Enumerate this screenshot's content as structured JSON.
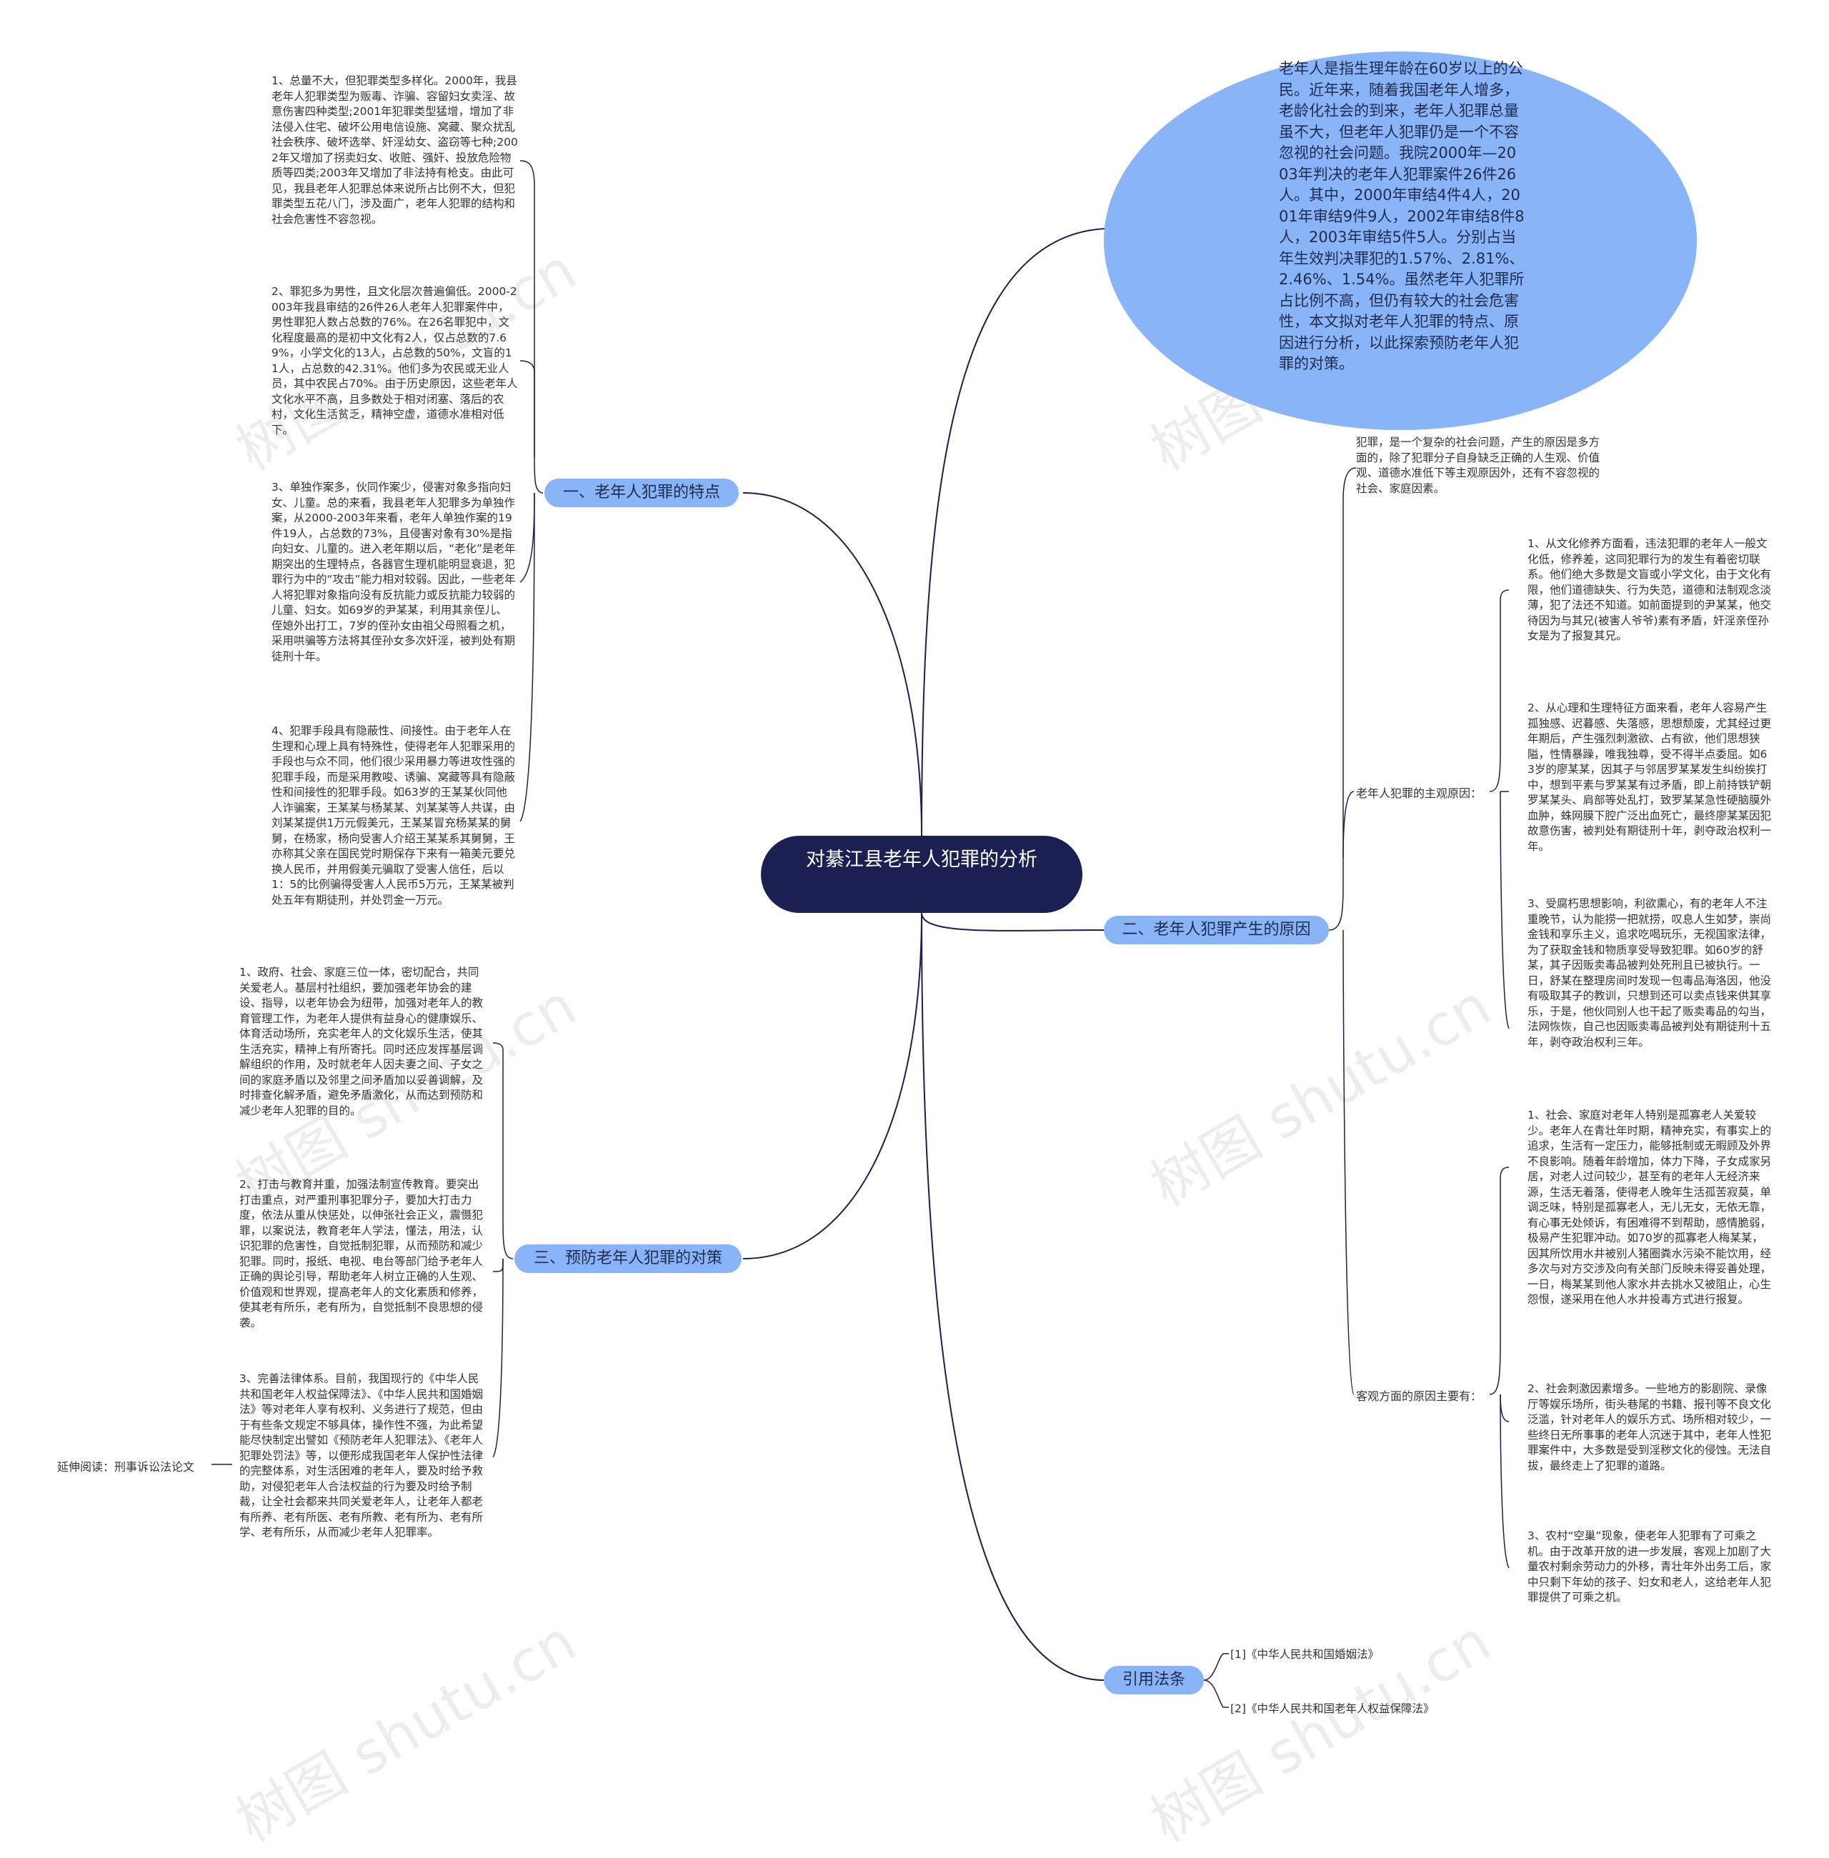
{
  "root": {
    "title": "对綦江县老年人犯罪的分析"
  },
  "intro": {
    "text": "老年人是指生理年龄在60岁以上的公民。近年来，随着我国老年人增多，老龄化社会的到来，老年人犯罪总量虽不大，但老年人犯罪仍是一个不容忽视的社会问题。我院2000年—2003年判决的老年人犯罪案件26件26人。其中，2000年审结4件4人，2001年审结9件9人，2002年审结8件8人，2003年审结5件5人。分别占当年生效判决罪犯的1.57%、2.81%、2.46%、1.54%。虽然老年人犯罪所占比例不高，但仍有较大的社会危害性，本文拟对老年人犯罪的特点、原因进行分析，以此探索预防老年人犯罪的对策。"
  },
  "branch1": {
    "label": "一、老年人犯罪的特点",
    "items": [
      "1、总量不大，但犯罪类型多样化。2000年，我县老年人犯罪类型为贩毒、诈骗、容留妇女卖淫、故意伤害四种类型;2001年犯罪类型猛增，增加了非法侵入住宅、破坏公用电信设施、窝藏、聚众扰乱社会秩序、破坏选举、奸淫幼女、盗窃等七种;2002年又增加了拐卖妇女、收赃、强奸、投放危险物质等四类;2003年又增加了非法持有枪支。由此可见，我县老年人犯罪总体来说所占比例不大，但犯罪类型五花八门，涉及面广，老年人犯罪的结构和社会危害性不容忽视。",
      "2、罪犯多为男性，且文化层次普遍偏低。2000-2003年我县审结的26件26人老年人犯罪案件中，男性罪犯人数占总数的76%。在26名罪犯中，文化程度最高的是初中文化有2人，仅占总数的7.69%，小学文化的13人，占总数的50%，文盲的11人，占总数的42.31%。他们多为农民或无业人员，其中农民占70%。由于历史原因，这些老年人文化水平不高，且多数处于相对闭塞、落后的农村，文化生活贫乏，精神空虚，道德水准相对低下。",
      "3、单独作案多，伙同作案少，侵害对象多指向妇女、儿童。总的来看，我县老年人犯罪多为单独作案，从2000-2003年来看，老年人单独作案的19件19人，占总数的73%，且侵害对象有30%是指向妇女、儿童的。进入老年期以后，“老化”是老年期突出的生理特点，各器官生理机能明显衰退，犯罪行为中的“攻击”能力相对较弱。因此，一些老年人将犯罪对象指向没有反抗能力或反抗能力较弱的儿童、妇女。如69岁的尹某某，利用其亲侄儿、侄媳外出打工，7岁的侄孙女由祖父母照看之机，采用哄骗等方法将其侄孙女多次奸淫，被判处有期徒刑十年。",
      "4、犯罪手段具有隐蔽性、间接性。由于老年人在生理和心理上具有特殊性，使得老年人犯罪采用的手段也与众不同，他们很少采用暴力等进攻性强的犯罪手段，而是采用教唆、诱骗、窝藏等具有隐蔽性和间接性的犯罪手段。如63岁的王某某伙同他人诈骗案，王某某与杨某某、刘某某等人共谋，由刘某某提供1万元假美元，王某某冒充杨某某的舅舅，在杨家，杨向受害人介绍王某某系其舅舅，王亦称其父亲在国民党时期保存下来有一箱美元要兑换人民币，并用假美元骗取了受害人信任，后以1：5的比例骗得受害人人民币5万元，王某某被判处五年有期徒刑，并处罚金一万元。"
    ]
  },
  "branch2": {
    "label": "二、老年人犯罪产生的原因",
    "lead": "犯罪，是一个复杂的社会问题，产生的原因是多方面的，除了犯罪分子自身缺乏正确的人生观、价值观、道德水准低下等主观原因外，还有不容忽视的社会、家庭因素。",
    "subjective": {
      "label": "老年人犯罪的主观原因：",
      "items": [
        "1、从文化修养方面看，违法犯罪的老年人一般文化低，修养差，这同犯罪行为的发生有着密切联系。他们绝大多数是文盲或小学文化，由于文化有限，他们道德缺失、行为失范，道德和法制观念淡薄，犯了法还不知道。如前面提到的尹某某，他交待因为与其兄(被害人爷爷)素有矛盾，奸淫亲侄孙女是为了报复其兄。",
        "2、从心理和生理特征方面来看，老年人容易产生孤独感、迟暮感、失落感，思想颓废，尤其经过更年期后，产生强烈刺激欲、占有欲，他们思想狭隘，性情暴躁，唯我独尊，受不得半点委屈。如63岁的廖某某，因其子与邻居罗某某发生纠纷挨打中，想到平素与罗某某有过矛盾，即上前持铁铲朝罗某某头、肩部等处乱打，致罗某某急性硬脑膜外血肿，蛛网膜下腔广泛出血死亡，最终廖某某因犯故意伤害，被判处有期徒刑十年，剥夺政治权利一年。",
        "3、受腐朽思想影响，利欲熏心，有的老年人不注重晚节，认为能捞一把就捞，叹息人生如梦，崇尚金钱和享乐主义，追求吃喝玩乐，无视国家法律，为了获取金钱和物质享受导致犯罪。如60岁的舒某，其子因贩卖毒品被判处死刑且已被执行。一日，舒某在整理房间时发现一包毒品海洛因，他没有吸取其子的教训，只想到还可以卖点钱来供其享乐，于是，他伙同别人也干起了贩卖毒品的勾当，法网恢恢，自己也因贩卖毒品被判处有期徒刑十五年，剥夺政治权利三年。"
      ]
    },
    "objective": {
      "label": "客观方面的原因主要有：",
      "items": [
        "1、社会、家庭对老年人特别是孤寡老人关爱较少。老年人在青壮年时期，精神充实，有事实上的追求，生活有一定压力，能够抵制或无暇顾及外界不良影响。随着年龄增加，体力下降，子女成家另居，对老人过问较少，甚至有的老年人无经济来源，生活无着落，使得老人晚年生活孤苦寂莫，单调乏味，特别是孤寡老人，无儿无女，无依无靠，有心事无处倾诉，有困难得不到帮助，感情脆弱，极易产生犯罪冲动。如70岁的孤寡老人梅某某，因其所饮用水井被别人猪圈粪水污染不能饮用，经多次与对方交涉及向有关部门反映未得妥善处理，一日，梅某某到他人家水井去挑水又被阻止，心生怨恨，遂采用在他人水井投毒方式进行报复。",
        "2、社会刺激因素增多。一些地方的影剧院、录像厅等娱乐场所，街头巷尾的书籍、报刊等不良文化泛滥，针对老年人的娱乐方式、场所相对较少，一些终日无所事事的老年人沉迷于其中，老年人性犯罪案件中，大多数是受到淫秽文化的侵蚀。无法自拔，最终走上了犯罪的道路。",
        "3、农村“空巢”现象，使老年人犯罪有了可乘之机。由于改革开放的进一步发展，客观上加剧了大量农村剩余劳动力的外移，青壮年外出务工后，家中只剩下年幼的孩子、妇女和老人，这给老年人犯罪提供了可乘之机。"
      ]
    }
  },
  "branch3": {
    "label": "三、预防老年人犯罪的对策",
    "items": [
      "1、政府、社会、家庭三位一体，密切配合，共同关爱老人。基层村社组织，要加强老年协会的建设、指导，以老年协会为纽带，加强对老年人的教育管理工作，为老年人提供有益身心的健康娱乐、体育活动场所，充实老年人的文化娱乐生活，使其生活充实，精神上有所寄托。同时还应发挥基层调解组织的作用，及时就老年人因夫妻之间、子女之间的家庭矛盾以及邻里之间矛盾加以妥善调解，及时排查化解矛盾，避免矛盾激化，从而达到预防和减少老年人犯罪的目的。",
      "2、打击与教育并重，加强法制宣传教育。要突出打击重点，对严重刑事犯罪分子，要加大打击力度，依法从重从快惩处，以伸张社会正义，震慑犯罪，以案说法，教育老年人学法，懂法，用法，认识犯罪的危害性，自觉抵制犯罪，从而预防和减少犯罪。同时，报纸、电视、电台等部门给予老年人正确的舆论引导，帮助老年人树立正确的人生观、价值观和世界观，提高老年人的文化素质和修养，使其老有所乐，老有所为，自觉抵制不良思想的侵袭。",
      "3、完善法律体系。目前，我国现行的《中华人民共和国老年人权益保障法》、《中华人民共和国婚姻法》等对老年人享有权利、义务进行了规范，但由于有些条文规定不够具体，操作性不强，为此希望能尽快制定出譬如《预防老年人犯罪法》、《老年人犯罪处罚法》等，以便形成我国老年人保护性法律的完整体系，对生活困难的老年人，要及时给予救助，对侵犯老年人合法权益的行为要及时给予制裁，让全社会都来共同关爱老年人，让老年人都老有所养、老有所医、老有所教、老有所为、老有所学、老有所乐，从而减少老年人犯罪率。"
    ],
    "extra": "延伸阅读：刑事诉讼法论文"
  },
  "branch4": {
    "label": "引用法条",
    "items": [
      "[1]《中华人民共和国婚姻法》",
      "[2]《中华人民共和国老年人权益保障法》"
    ]
  },
  "watermark": "树图 shutu.cn",
  "colors": {
    "root": "#1b1f52",
    "pill": "#8ab4f8",
    "edge": "#1b1f52",
    "text": "#333333"
  }
}
